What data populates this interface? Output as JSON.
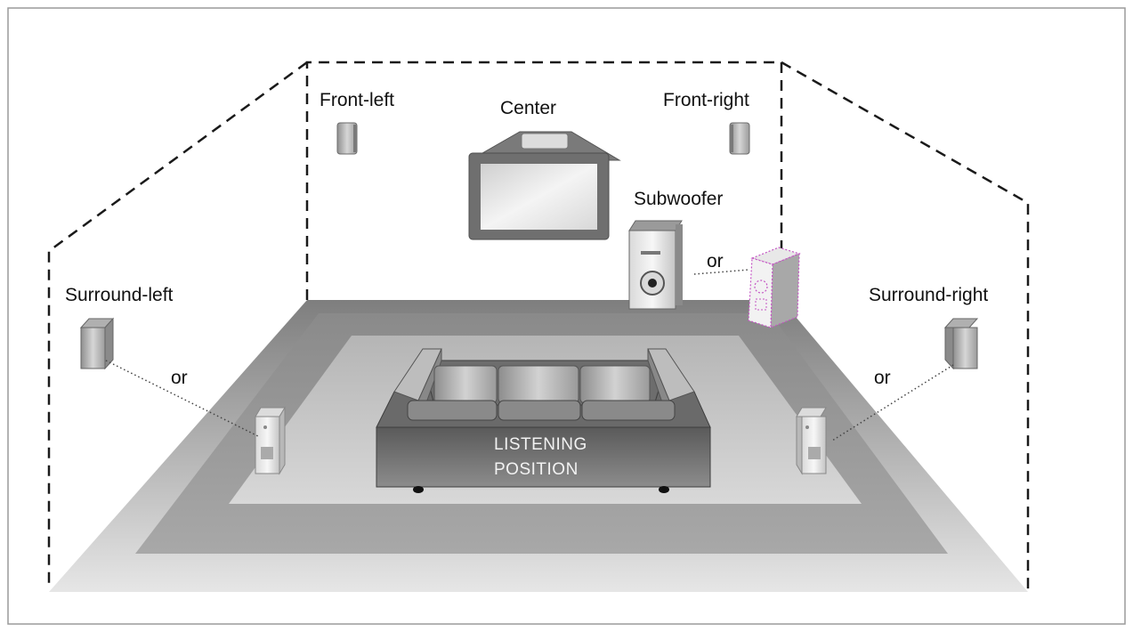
{
  "labels": {
    "front_left": "Front-left",
    "center": "Center",
    "front_right": "Front-right",
    "subwoofer": "Subwoofer",
    "surround_left": "Surround-left",
    "surround_right": "Surround-right",
    "or_subwoofer": "or",
    "or_left": "or",
    "or_right": "or",
    "listening_line1": "LISTENING",
    "listening_line2": "POSITION"
  }
}
